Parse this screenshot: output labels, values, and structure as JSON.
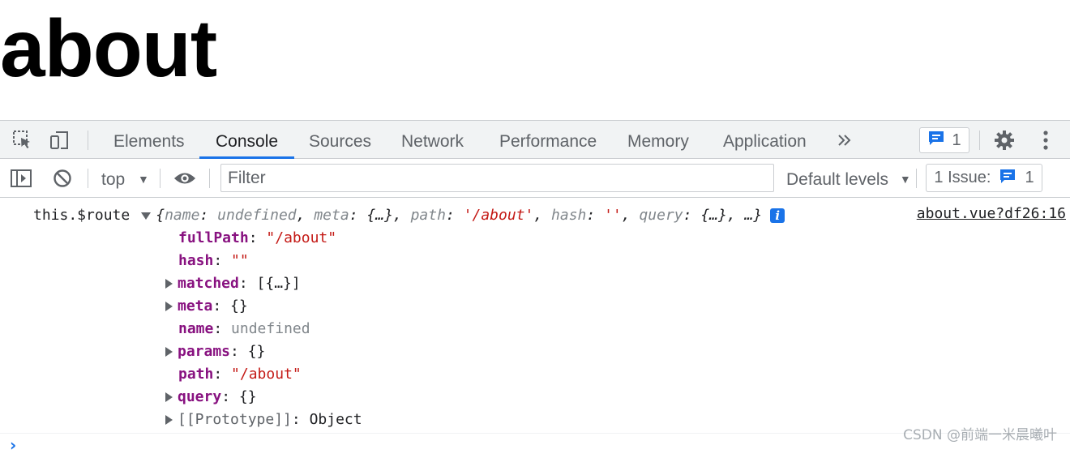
{
  "page": {
    "heading": "about"
  },
  "devtools": {
    "tabs": [
      {
        "label": "Elements"
      },
      {
        "label": "Console",
        "active": true
      },
      {
        "label": "Sources"
      },
      {
        "label": "Network"
      },
      {
        "label": "Performance"
      },
      {
        "label": "Memory"
      },
      {
        "label": "Application"
      }
    ],
    "more_tabs_icon": "double-chevron-right-icon",
    "message_badge": {
      "icon": "message-icon",
      "count": "1"
    },
    "settings_icon": "gear-icon",
    "menu_icon": "kebab-menu-icon",
    "accent_color": "#1a73e8"
  },
  "toolbar": {
    "context": "top",
    "filter_placeholder": "Filter",
    "levels": "Default levels",
    "issues_label": "1 Issue:",
    "issues_count": "1"
  },
  "console": {
    "log_label": "this.$route",
    "summary": {
      "open": "{",
      "k_name": "name",
      "v_name": "undefined",
      "k_meta": "meta",
      "v_meta": "{…}",
      "k_path": "path",
      "v_path": "'/about'",
      "k_hash": "hash",
      "v_hash": "''",
      "k_query": "query",
      "v_query": "{…}",
      "tail": "…}"
    },
    "source": "about.vue?df26:16",
    "properties": [
      {
        "key": "fullPath",
        "value": "\"/about\"",
        "type": "string",
        "expandable": false
      },
      {
        "key": "hash",
        "value": "\"\"",
        "type": "string",
        "expandable": false
      },
      {
        "key": "matched",
        "value": "[{…}]",
        "type": "object",
        "expandable": true
      },
      {
        "key": "meta",
        "value": "{}",
        "type": "object",
        "expandable": true
      },
      {
        "key": "name",
        "value": "undefined",
        "type": "undefined",
        "expandable": false
      },
      {
        "key": "params",
        "value": "{}",
        "type": "object",
        "expandable": true
      },
      {
        "key": "path",
        "value": "\"/about\"",
        "type": "string",
        "expandable": false
      },
      {
        "key": "query",
        "value": "{}",
        "type": "object",
        "expandable": true
      },
      {
        "key": "[[Prototype]]",
        "value": "Object",
        "type": "proto",
        "expandable": true
      }
    ],
    "prompt": "›"
  },
  "watermark": "CSDN @前端一米晨曦叶"
}
